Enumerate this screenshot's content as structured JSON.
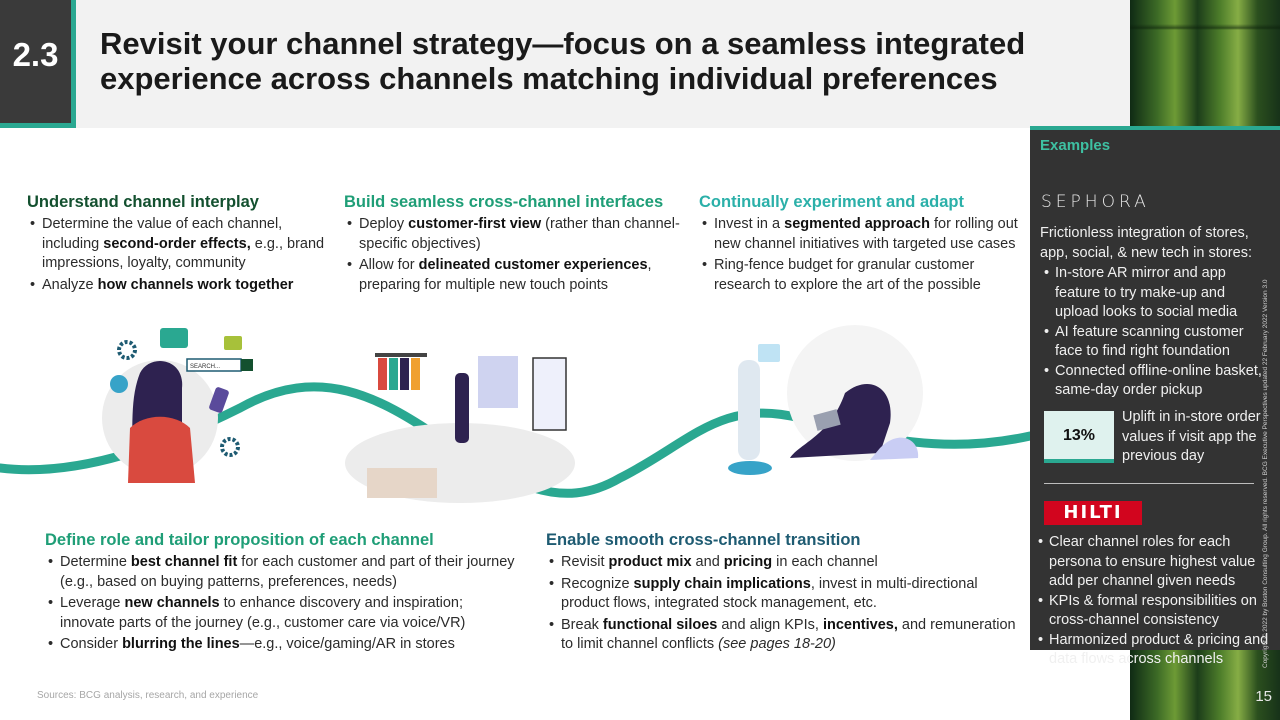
{
  "header": {
    "section_number": "2.3",
    "title": "Revisit your channel strategy—focus on a seamless integrated experience across channels matching individual preferences"
  },
  "blocks": [
    {
      "title": "Understand channel interplay",
      "bullets": [
        [
          {
            "t": "Determine the value of each channel, including "
          },
          {
            "t": "second-order effects,",
            "b": true
          },
          {
            "t": " e.g., brand impressions, loyalty, community"
          }
        ],
        [
          {
            "t": "Analyze "
          },
          {
            "t": "how channels work together",
            "b": true
          }
        ]
      ]
    },
    {
      "title": "Build seamless cross-channel interfaces",
      "bullets": [
        [
          {
            "t": "Deploy "
          },
          {
            "t": "customer-first view",
            "b": true
          },
          {
            "t": " (rather than channel-specific objectives)"
          }
        ],
        [
          {
            "t": "Allow for "
          },
          {
            "t": "delineated customer experiences",
            "b": true
          },
          {
            "t": ", preparing for multiple new touch points"
          }
        ]
      ]
    },
    {
      "title": "Continually experiment and adapt",
      "bullets": [
        [
          {
            "t": "Invest in a "
          },
          {
            "t": "segmented approach",
            "b": true
          },
          {
            "t": " for rolling out new channel initiatives with targeted use cases"
          }
        ],
        [
          {
            "t": "Ring-fence budget for granular customer research to explore the art of the possible"
          }
        ]
      ]
    },
    {
      "title": "Define role and tailor proposition of each channel",
      "bullets": [
        [
          {
            "t": "Determine "
          },
          {
            "t": "best channel fit",
            "b": true
          },
          {
            "t": " for each customer and part of their journey (e.g., based on buying patterns, preferences, needs)"
          }
        ],
        [
          {
            "t": "Leverage "
          },
          {
            "t": "new channels",
            "b": true
          },
          {
            "t": " to enhance discovery and inspiration; innovate parts of the journey (e.g., customer care via voice/VR)"
          }
        ],
        [
          {
            "t": "Consider "
          },
          {
            "t": "blurring the lines",
            "b": true
          },
          {
            "t": "—e.g., voice/gaming/AR in stores"
          }
        ]
      ]
    },
    {
      "title": "Enable smooth cross-channel transition",
      "bullets": [
        [
          {
            "t": "Revisit "
          },
          {
            "t": "product mix",
            "b": true
          },
          {
            "t": " and "
          },
          {
            "t": "pricing",
            "b": true
          },
          {
            "t": " in each channel"
          }
        ],
        [
          {
            "t": "Recognize "
          },
          {
            "t": "supply chain implications",
            "b": true
          },
          {
            "t": ", invest in multi-directional product flows, integrated stock management, etc."
          }
        ],
        [
          {
            "t": "Break "
          },
          {
            "t": "functional siloes",
            "b": true
          },
          {
            "t": " and align KPIs, "
          },
          {
            "t": "incentives,",
            "b": true
          },
          {
            "t": " and remuneration to limit channel conflicts "
          },
          {
            "t": "(see pages 18-20)",
            "i": true
          }
        ]
      ]
    }
  ],
  "illustration": {
    "search_text": "SEARCH..."
  },
  "examples": {
    "title": "Examples",
    "sephora": {
      "logo_text": "SEPHORA",
      "intro": "Frictionless integration of stores, app, social, & new tech in stores:",
      "bullets": [
        "In-store AR mirror and app feature to try make-up and upload looks to social media",
        "AI feature scanning customer face to find right foundation",
        "Connected offline-online basket, same-day order pickup"
      ],
      "stat_value": "13%",
      "stat_label": "Uplift in in-store order values if visit app the previous day"
    },
    "hilti": {
      "logo_text": "HILTI",
      "bullets": [
        "Clear channel roles for each persona to ensure highest value add per channel given needs",
        "KPIs & formal responsibilities on cross-channel consistency",
        "Harmonized product & pricing and data flows across channels"
      ]
    }
  },
  "footer": {
    "sources": "Sources: BCG analysis, research, and  experience",
    "page_number": "15",
    "copyright": "Copyright © 2022 by Boston Consulting Group. All rights reserved. BCG Executive Perspectives updated 22 February 2022 Version 3.0"
  },
  "colors": {
    "accent_teal": "#2aa891",
    "dark_green": "#13502f",
    "panel_dark": "#333333",
    "hilti_red": "#d2051e"
  }
}
